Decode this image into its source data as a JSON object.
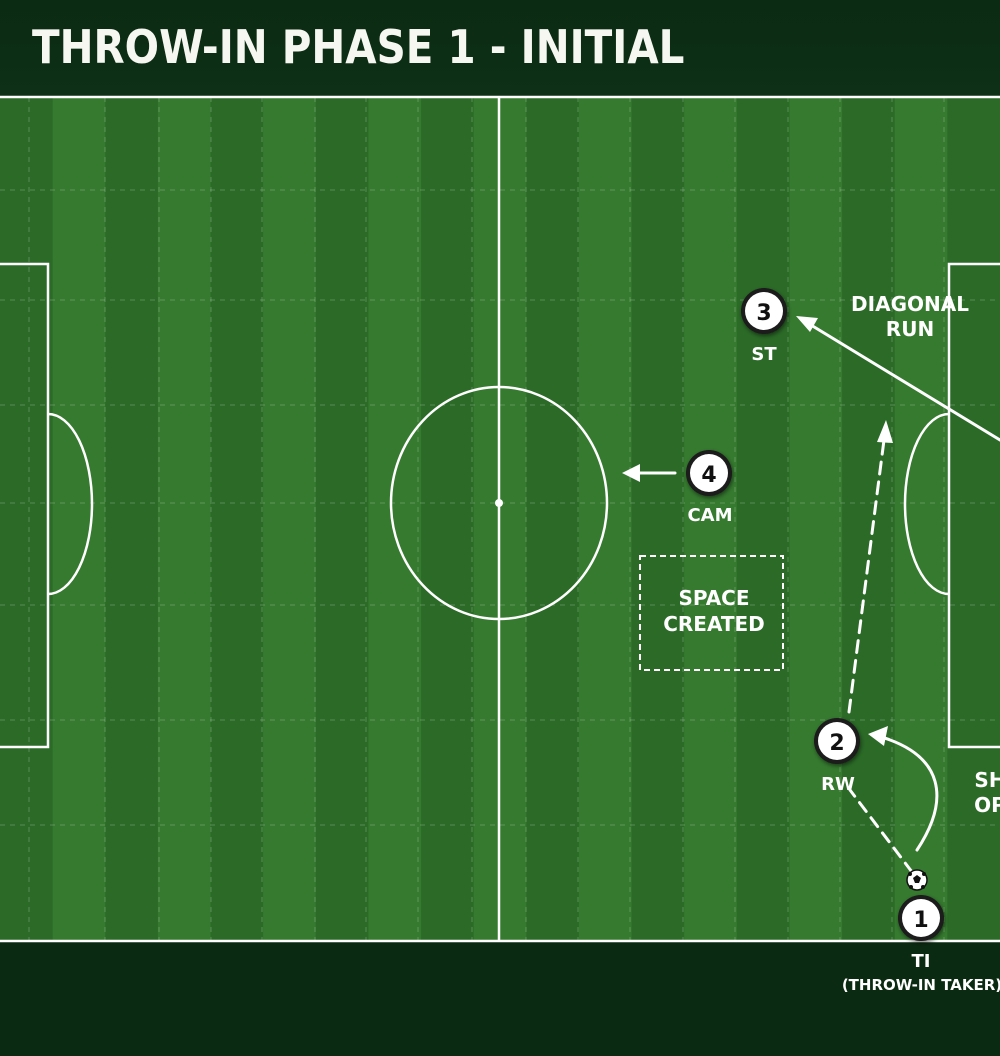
{
  "title": "THROW-IN PHASE 1 - INITIAL MOVEMENT",
  "colors": {
    "pitch_dark": "#2b6b27",
    "pitch_light": "#357a2f",
    "lines": "#ffffff",
    "background": "#0a2410"
  },
  "players": [
    {
      "number": "1",
      "role": "TI",
      "note": "(THROW-IN TAKER)"
    },
    {
      "number": "2",
      "role": "RW"
    },
    {
      "number": "3",
      "role": "ST"
    },
    {
      "number": "4",
      "role": "CAM"
    }
  ],
  "annotations": {
    "diagonal_run": [
      "DIAGONAL",
      "RUN"
    ],
    "space_created": [
      "SPACE",
      "CREATED"
    ],
    "short_option": [
      "SH",
      "OP"
    ]
  },
  "ball_icon": "soccer-ball-icon"
}
